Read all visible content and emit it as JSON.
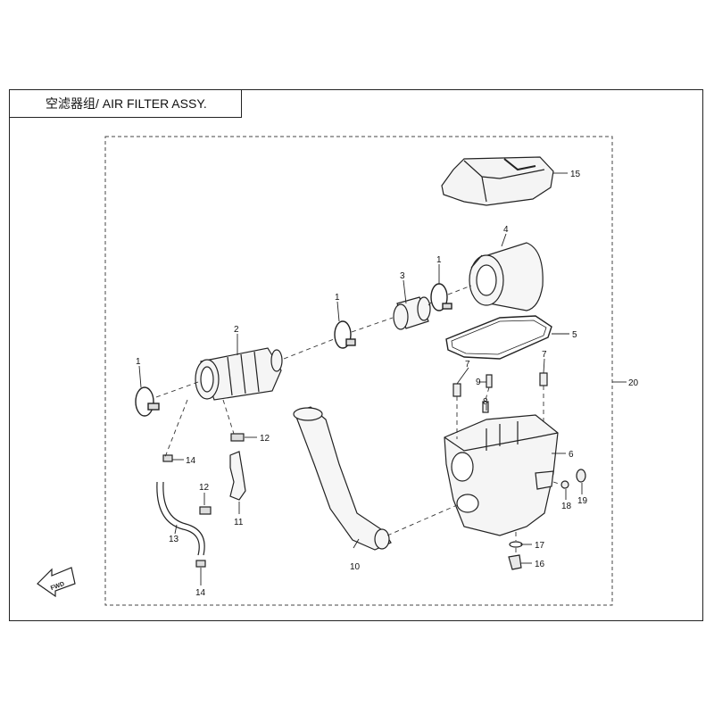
{
  "title": "空滤器组/ AIR FILTER ASSY.",
  "fwd_label": "FWD",
  "callouts": {
    "c1a": "1",
    "c1b": "1",
    "c1c": "1",
    "c2": "2",
    "c3": "3",
    "c4": "4",
    "c5": "5",
    "c6": "6",
    "c7a": "7",
    "c7b": "7",
    "c8": "8",
    "c9": "9",
    "c10": "10",
    "c11": "11",
    "c12a": "12",
    "c12b": "12",
    "c13": "13",
    "c14a": "14",
    "c14b": "14",
    "c15": "15",
    "c16": "16",
    "c17": "17",
    "c18": "18",
    "c19": "19",
    "c20": "20"
  }
}
